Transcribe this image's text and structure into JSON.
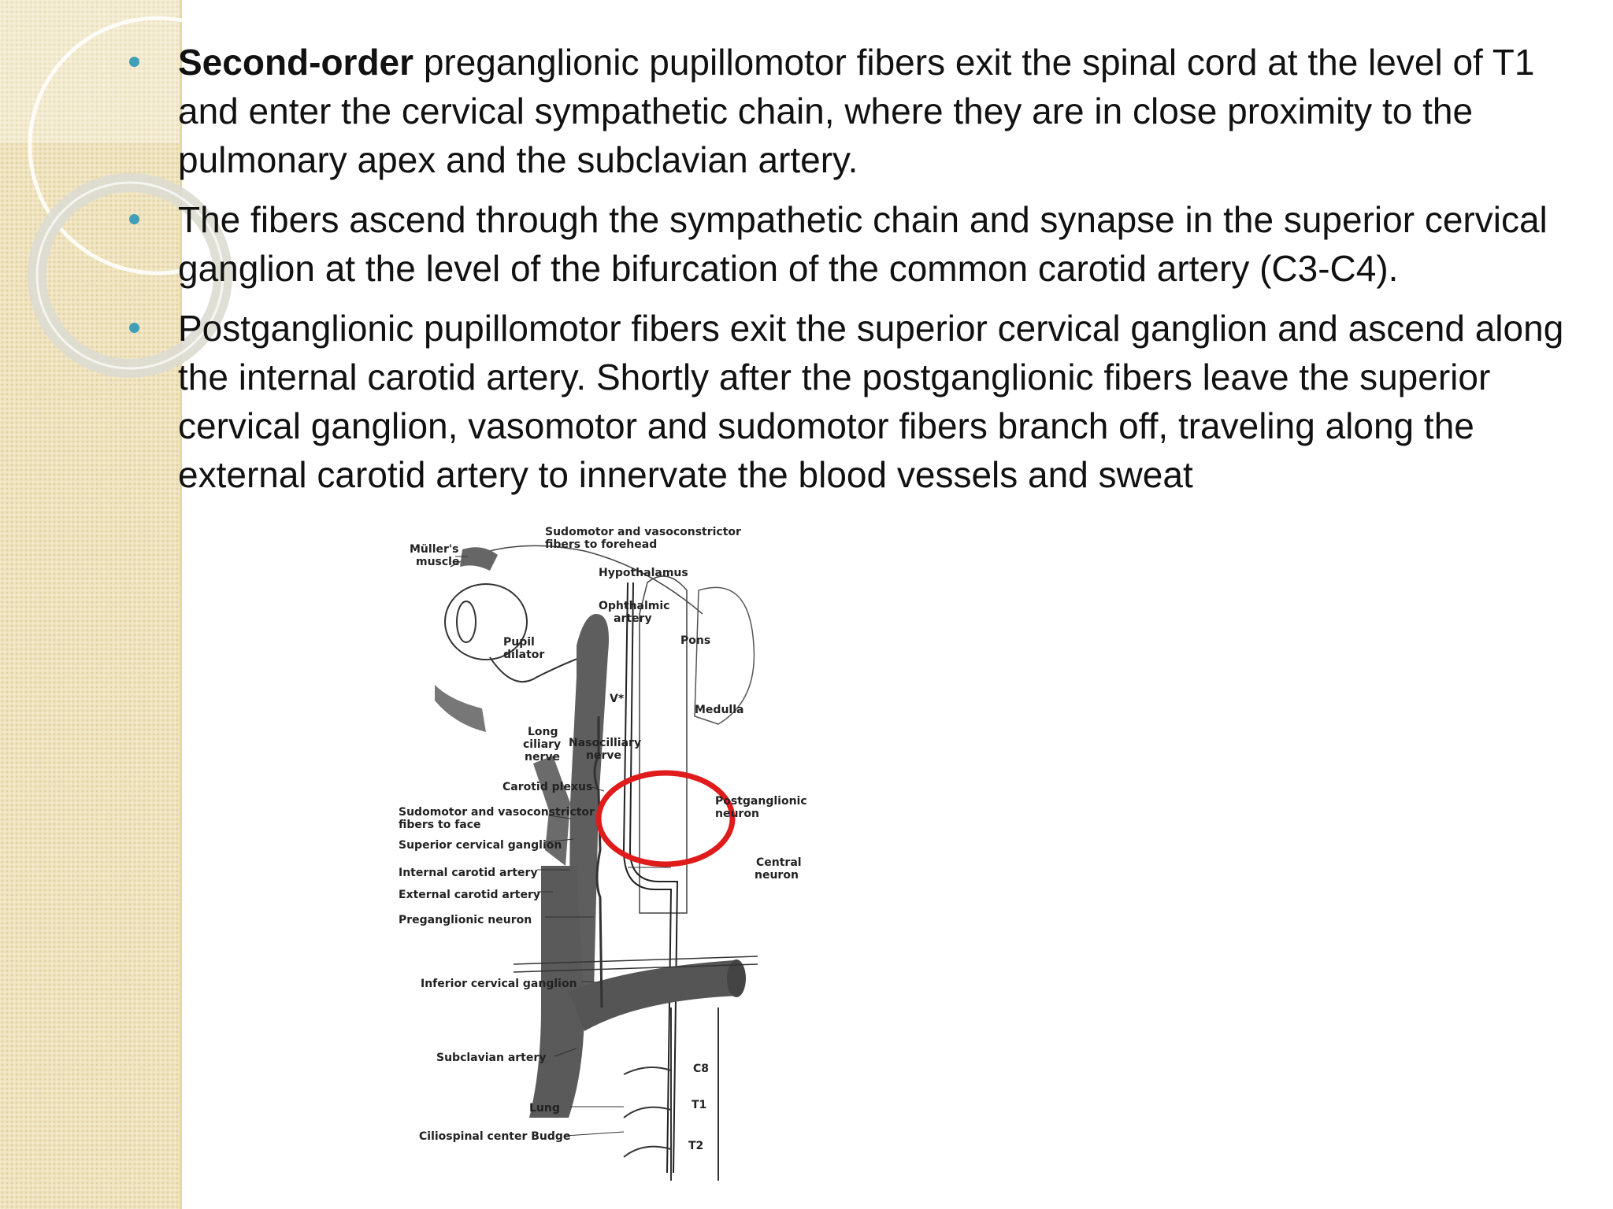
{
  "bullets": [
    {
      "bold": "Second-order",
      "text": " preganglionic pupillomotor fibers exit the spinal cord at the level of T1 and enter the cervical sympathetic chain, where they are in close proximity to the pulmonary apex and the subclavian artery."
    },
    {
      "bold": "",
      "text": "The fibers ascend through the sympathetic chain and synapse in the superior cervical ganglion at the level of the bifurcation of the common carotid artery (C3-C4)."
    },
    {
      "bold": "",
      "text": "Postganglionic pupillomotor fibers exit the superior cervical ganglion and ascend along the internal carotid artery. Shortly after the postganglionic fibers leave the superior cervical ganglion, vasomotor and sudomotor fibers branch off, traveling along the external carotid artery to innervate the blood vessels and sweat"
    }
  ],
  "figure": {
    "labels": {
      "sudomotor_forehead_1": "Sudomotor and vasoconstrictor",
      "sudomotor_forehead_2": "fibers to forehead",
      "muller_1": "Müller's",
      "muller_2": "muscle",
      "hypothalamus": "Hypothalamus",
      "ophthalmic_1": "Ophthalmic",
      "ophthalmic_2": "artery",
      "pupil_1": "Pupil",
      "pupil_2": "dilator",
      "pons": "Pons",
      "v_star": "V*",
      "medulla": "Medulla",
      "long_ciliary_1": "Long",
      "long_ciliary_2": "ciliary",
      "long_ciliary_3": "nerve",
      "nasociliary_1": "Nasocilliary",
      "nasociliary_2": "nerve",
      "carotid_plexus": "Carotid plexus",
      "postganglionic_1": "Postganglionic",
      "postganglionic_2": "neuron",
      "sudomotor_face_1": "Sudomotor and vasoconstrictor",
      "sudomotor_face_2": "fibers to face",
      "superior_cervical": "Superior cervical ganglion",
      "central_1": "Central",
      "central_2": "neuron",
      "internal_carotid": "Internal carotid artery",
      "external_carotid": "External carotid artery",
      "preganglionic": "Preganglionic neuron",
      "inferior_cervical": "Inferior cervical ganglion",
      "subclavian": "Subclavian artery",
      "c8": "C8",
      "lung": "Lung",
      "t1": "T1",
      "ciliospinal": "Ciliospinal center Budge",
      "t2": "T2"
    },
    "highlight_color": "#e01b1b"
  }
}
